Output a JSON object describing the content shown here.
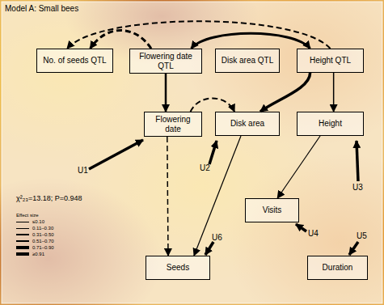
{
  "diagram": {
    "title": "Model A: Small bees",
    "nodes": [
      {
        "text": [
          "No. of seeds QTL"
        ]
      },
      {
        "text": [
          "Flowering date QTL"
        ]
      },
      {
        "text": [
          "Disk area QTL"
        ]
      },
      {
        "text": [
          "Height QTL"
        ]
      },
      {
        "text": [
          "Flowering date"
        ]
      },
      {
        "text": [
          "Disk area"
        ]
      },
      {
        "text": [
          "Height"
        ]
      },
      {
        "text": [
          "Visits"
        ]
      },
      {
        "text": [
          "Seeds"
        ]
      },
      {
        "text": [
          "Duration"
        ]
      }
    ],
    "edges": [
      {
        "from": 1,
        "to": 0,
        "arrow": "to"
      },
      {
        "from": 3,
        "to": 0,
        "arrow": "to"
      },
      {
        "from": 1,
        "to": 3,
        "arrow": "both"
      },
      {
        "from": 1,
        "to": 4,
        "arrow": "to"
      },
      {
        "from": 4,
        "to": 5,
        "arrow": "to"
      },
      {
        "from": 3,
        "to": 5,
        "arrow": "to"
      },
      {
        "from": 3,
        "to": 6,
        "arrow": "to"
      },
      {
        "from": 4,
        "to": 8,
        "arrow": "to"
      },
      {
        "from": 5,
        "to": 8,
        "arrow": "to"
      },
      {
        "from": 6,
        "to": 7,
        "arrow": "to"
      }
    ],
    "labels": [
      "U1",
      "U2",
      "U3",
      "U4",
      "U5",
      "U6",
      "χ²₂₃=13.18; P=0.948",
      "Effect size"
    ],
    "legend": [
      {
        "text": "≤0.10"
      },
      {
        "text": "0.11–0.30"
      },
      {
        "text": "0.31–0.50"
      },
      {
        "text": "0.51–0.70"
      },
      {
        "text": "0.71–0.90"
      },
      {
        "text": "≥0.91"
      }
    ]
  }
}
